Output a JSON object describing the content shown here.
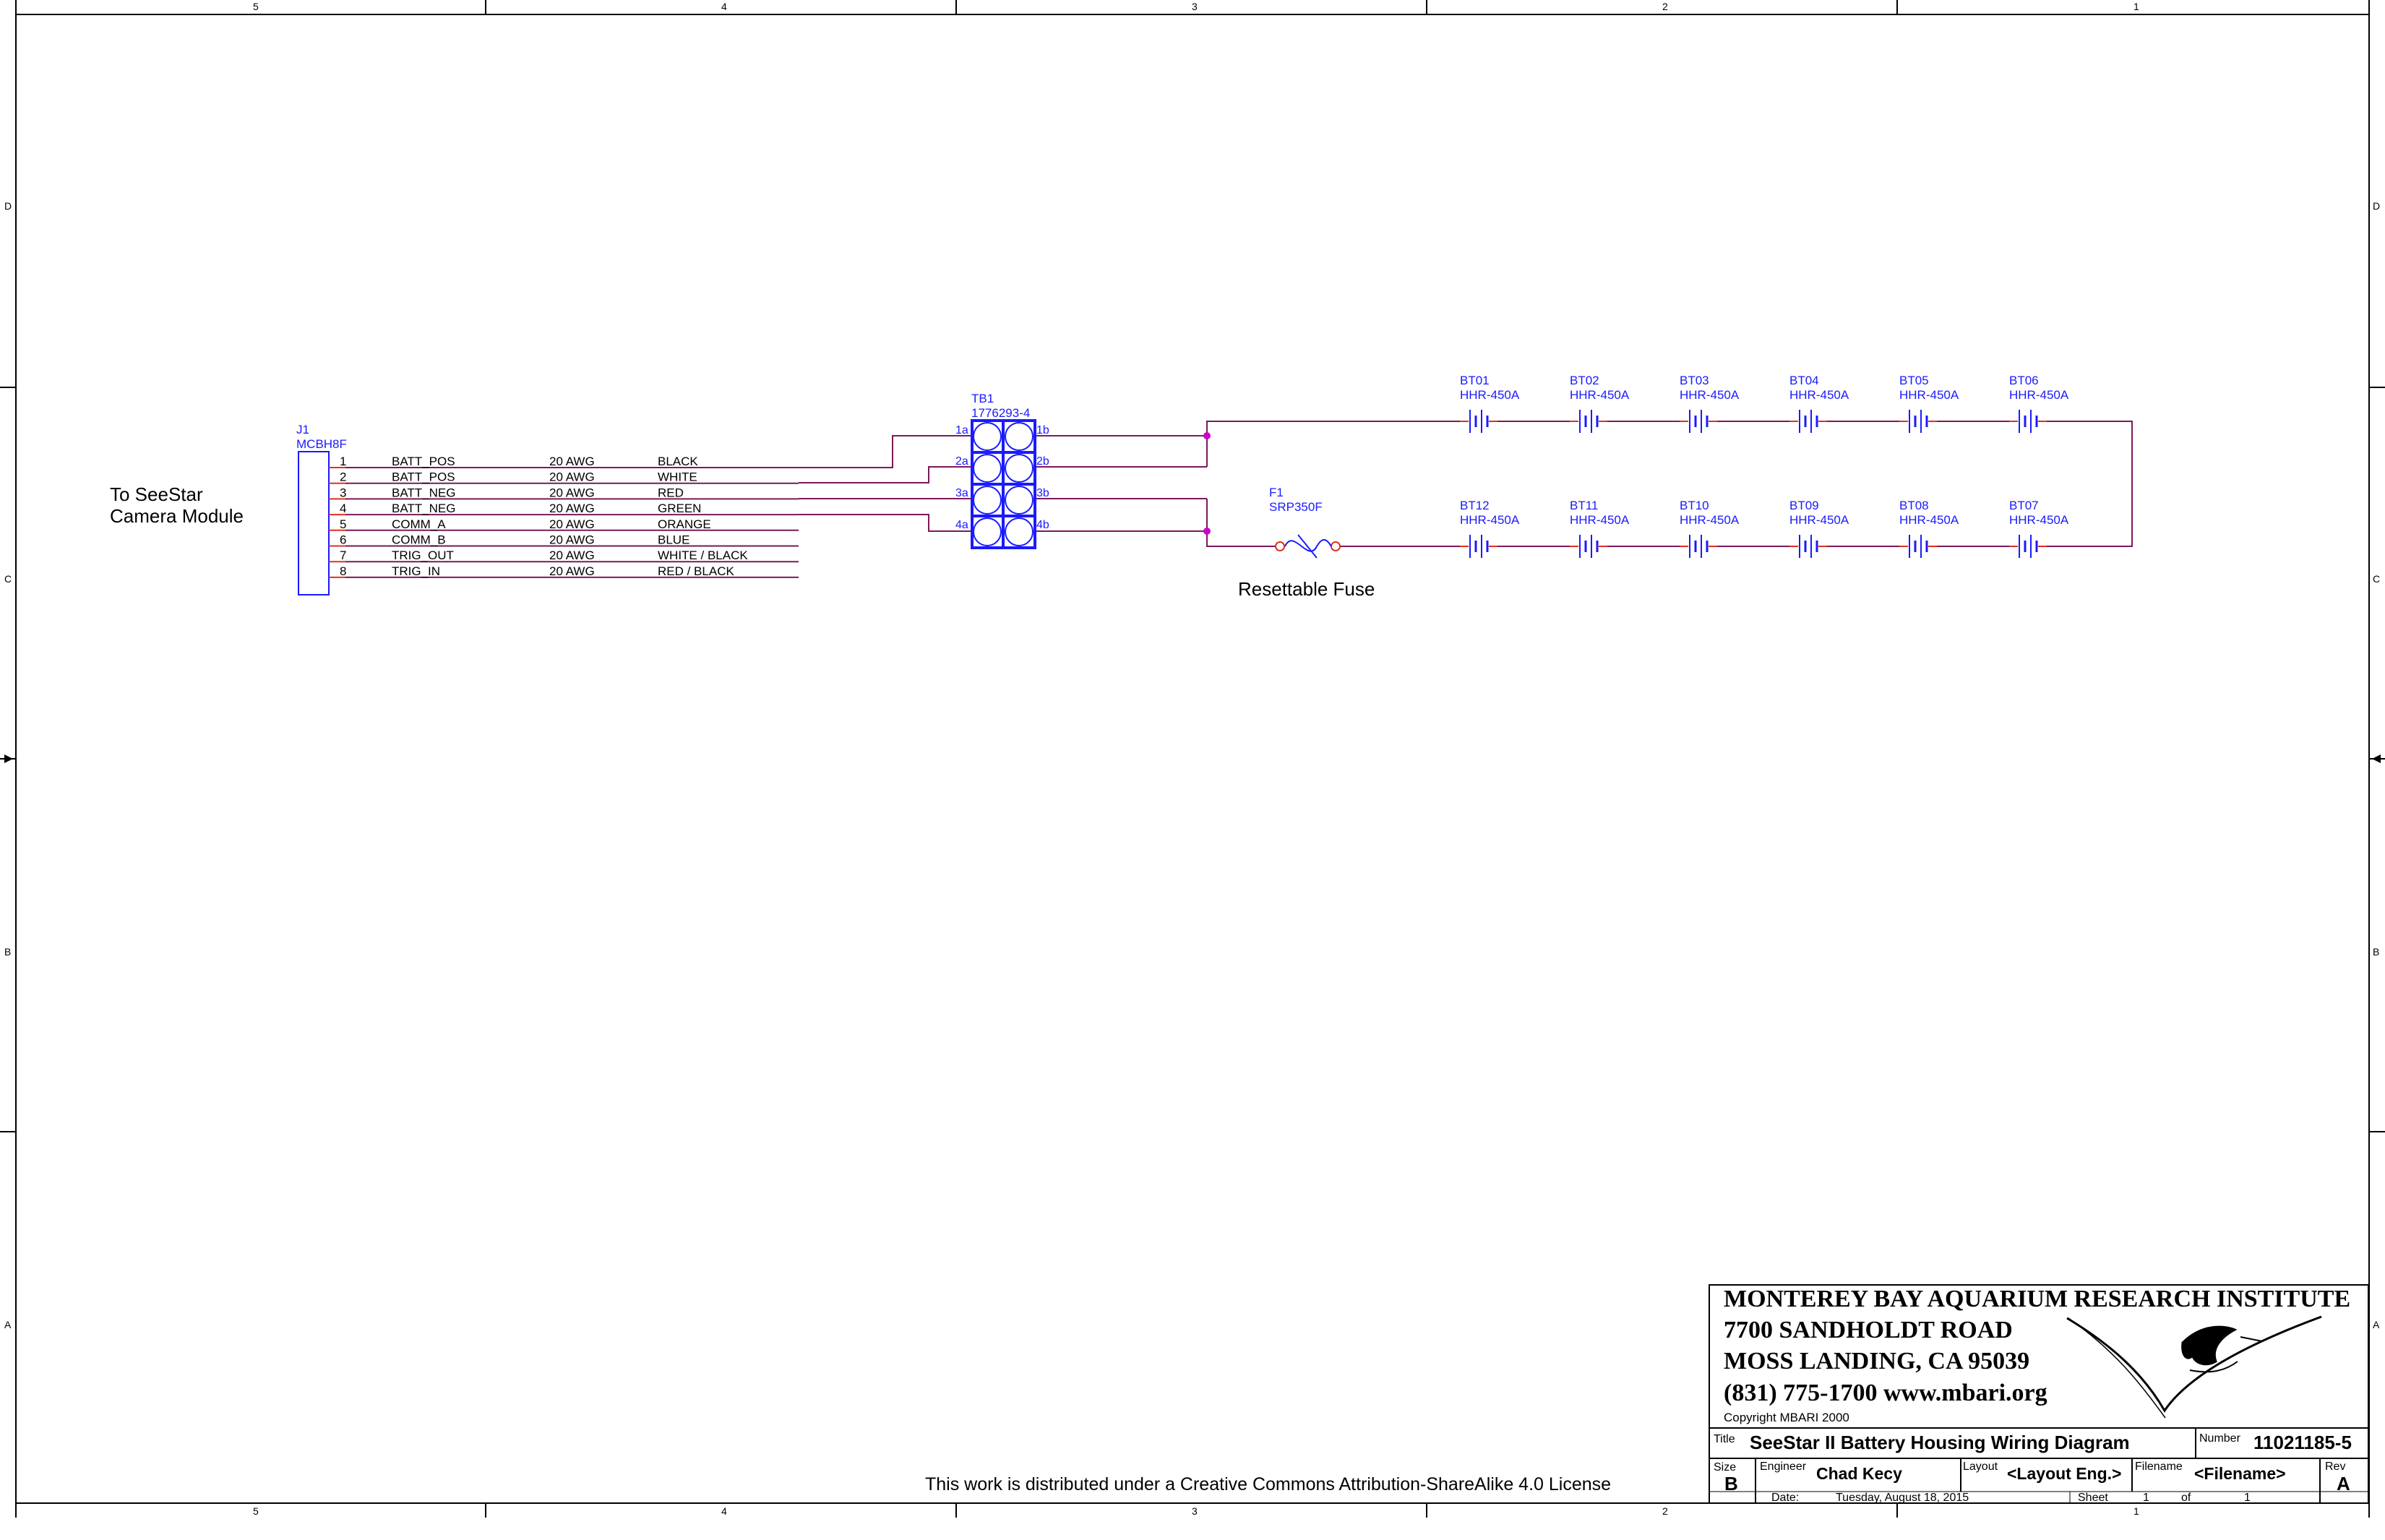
{
  "border": {
    "columns": [
      "5",
      "4",
      "3",
      "2",
      "1"
    ],
    "rows": [
      "D",
      "C",
      "B",
      "A"
    ]
  },
  "connector": {
    "ref": "J1",
    "part": "MCBH8F",
    "label_line1": "To SeeStar",
    "label_line2": "Camera Module",
    "wires": [
      {
        "pin": "1",
        "signal": "BATT_POS",
        "gauge": "20 AWG",
        "color": "BLACK"
      },
      {
        "pin": "2",
        "signal": "BATT_POS",
        "gauge": "20 AWG",
        "color": "WHITE"
      },
      {
        "pin": "3",
        "signal": "BATT_NEG",
        "gauge": "20 AWG",
        "color": "RED"
      },
      {
        "pin": "4",
        "signal": "BATT_NEG",
        "gauge": "20 AWG",
        "color": "GREEN"
      },
      {
        "pin": "5",
        "signal": "COMM_A",
        "gauge": "20 AWG",
        "color": "ORANGE"
      },
      {
        "pin": "6",
        "signal": "COMM_B",
        "gauge": "20 AWG",
        "color": "BLUE"
      },
      {
        "pin": "7",
        "signal": "TRIG_OUT",
        "gauge": "20 AWG",
        "color": "WHITE / BLACK"
      },
      {
        "pin": "8",
        "signal": "TRIG_IN",
        "gauge": "20 AWG",
        "color": "RED / BLACK"
      }
    ]
  },
  "terminal_block": {
    "ref": "TB1",
    "part": "1776293-4",
    "left_pins": [
      "1a",
      "2a",
      "3a",
      "4a"
    ],
    "right_pins": [
      "1b",
      "2b",
      "3b",
      "4b"
    ]
  },
  "fuse": {
    "ref": "F1",
    "part": "SRP350F",
    "caption": "Resettable Fuse"
  },
  "batteries_top": [
    {
      "ref": "BT01",
      "part": "HHR-450A"
    },
    {
      "ref": "BT02",
      "part": "HHR-450A"
    },
    {
      "ref": "BT03",
      "part": "HHR-450A"
    },
    {
      "ref": "BT04",
      "part": "HHR-450A"
    },
    {
      "ref": "BT05",
      "part": "HHR-450A"
    },
    {
      "ref": "BT06",
      "part": "HHR-450A"
    }
  ],
  "batteries_bottom": [
    {
      "ref": "BT12",
      "part": "HHR-450A"
    },
    {
      "ref": "BT11",
      "part": "HHR-450A"
    },
    {
      "ref": "BT10",
      "part": "HHR-450A"
    },
    {
      "ref": "BT09",
      "part": "HHR-450A"
    },
    {
      "ref": "BT08",
      "part": "HHR-450A"
    },
    {
      "ref": "BT07",
      "part": "HHR-450A"
    }
  ],
  "license": "This work is distributed under a Creative Commons Attribution-ShareAlike 4.0 License",
  "title_block": {
    "institute": "MONTEREY BAY AQUARIUM RESEARCH INSTITUTE",
    "address1": "7700 SANDHOLDT ROAD",
    "address2": "MOSS LANDING, CA 95039",
    "phone_web": "(831) 775-1700  www.mbari.org",
    "copyright": "Copyright MBARI 2000",
    "title_label": "Title",
    "title": "SeeStar II Battery Housing Wiring Diagram",
    "number_label": "Number",
    "number": "11021185-5",
    "size_label": "Size",
    "size": "B",
    "engineer_label": "Engineer",
    "engineer": "Chad Kecy",
    "layout_label": "Layout",
    "layout": "<Layout Eng.>",
    "filename_label": "Filename",
    "filename": "<Filename>",
    "rev_label": "Rev",
    "rev": "A",
    "date_label": "Date:",
    "date": "Tuesday, August 18, 2015",
    "sheet_label": "Sheet",
    "sheet_num": "1",
    "of_label": "of",
    "sheet_total": "1"
  },
  "colors": {
    "wire": "#7a1a5a",
    "component": "#1a1aff",
    "pin_stub": "#e03020",
    "junction": "#cc00cc",
    "border": "#000000"
  }
}
